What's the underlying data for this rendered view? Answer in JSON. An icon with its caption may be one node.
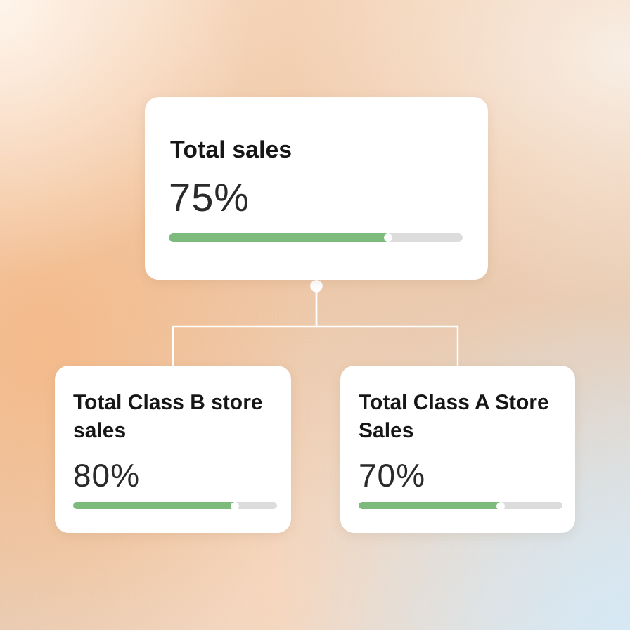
{
  "diagram": {
    "nodes": [
      {
        "text": [
          "Total sales",
          "75%"
        ]
      },
      {
        "text": [
          "Total Class B store sales",
          "80%"
        ]
      },
      {
        "text": [
          "Total Class A Store Sales",
          "70%"
        ]
      }
    ],
    "edges": [
      {
        "from": 0,
        "to": 1,
        "arrow": "other"
      },
      {
        "from": 0,
        "to": 2,
        "arrow": "other"
      }
    ]
  }
}
